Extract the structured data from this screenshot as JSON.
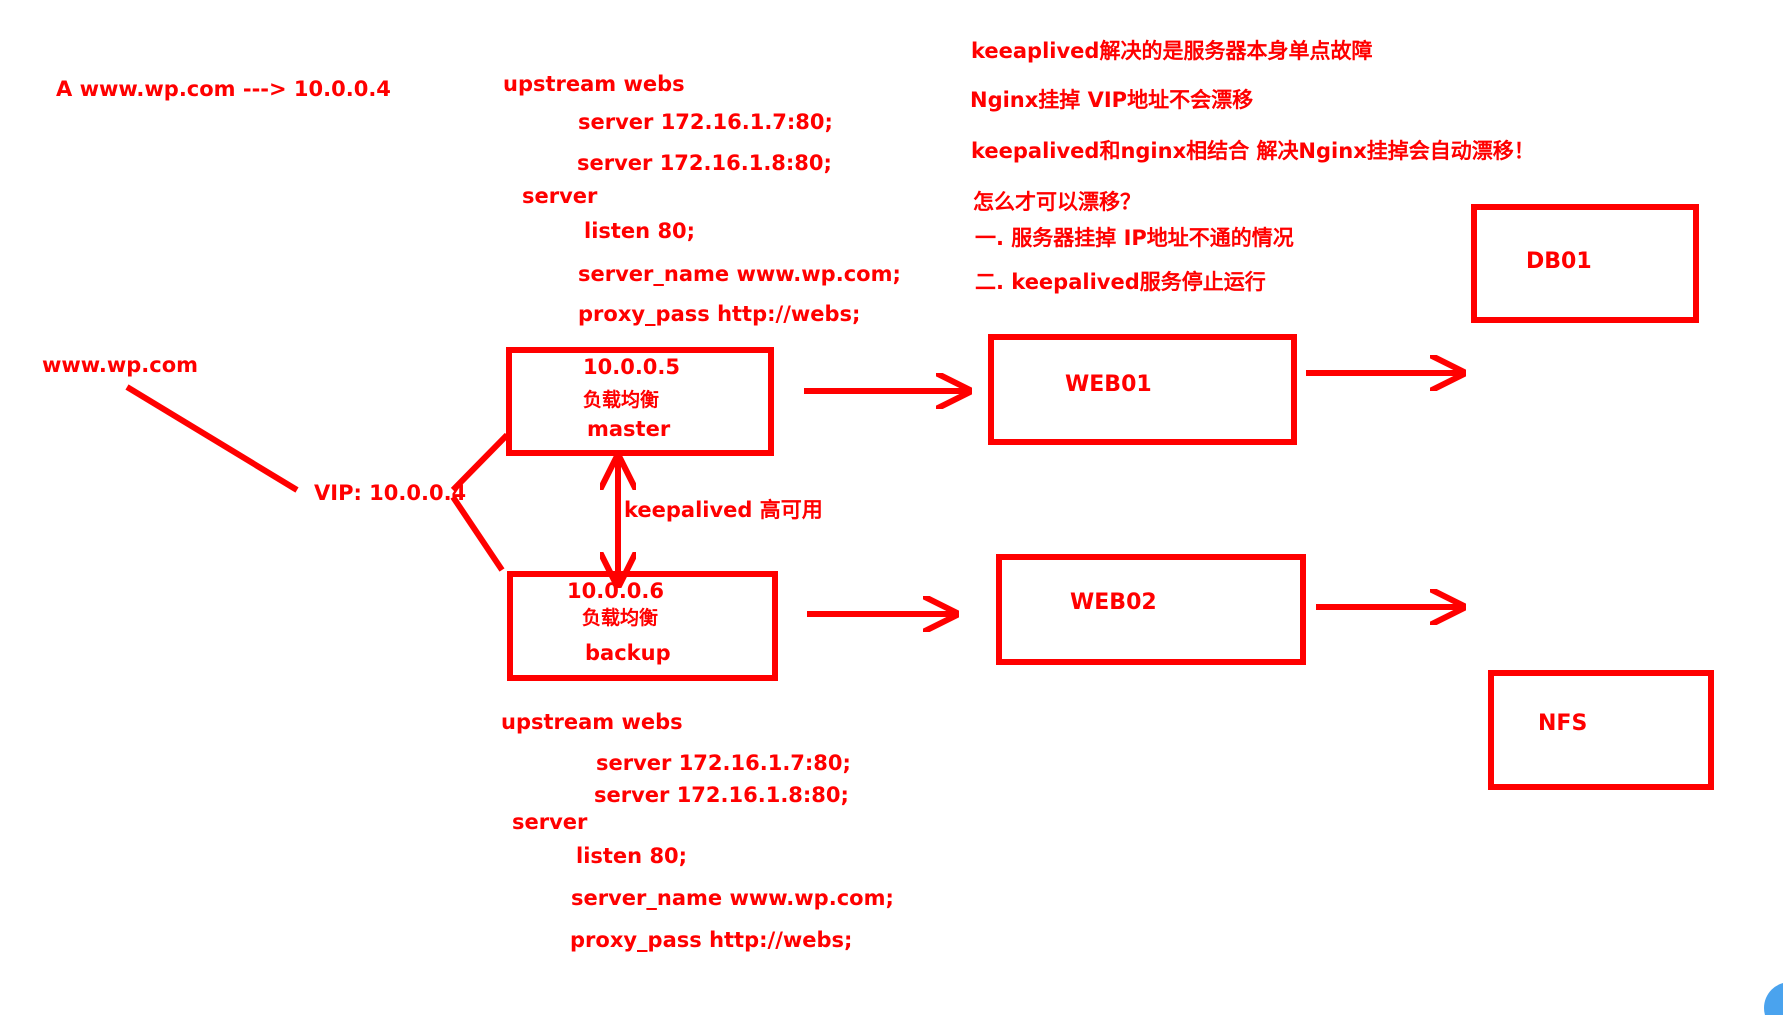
{
  "dns_record": "A  www.wp.com ---> 10.0.0.4",
  "client_domain": "www.wp.com",
  "vip": "VIP: 10.0.0.4",
  "ha_label": "keepalived 高可用",
  "master_config": {
    "upstream": "upstream webs",
    "server1": "server 172.16.1.7:80;",
    "server2": "server 172.16.1.8:80;",
    "server_block": "server",
    "listen": "listen 80;",
    "server_name": "server_name www.wp.com;",
    "proxy_pass": "proxy_pass http://webs;"
  },
  "backup_config": {
    "upstream": "upstream webs",
    "server1": "server 172.16.1.7:80;",
    "server2": "server 172.16.1.8:80;",
    "server_block": "server",
    "listen": "listen 80;",
    "server_name": "server_name www.wp.com;",
    "proxy_pass": "proxy_pass http://webs;"
  },
  "lb_master": {
    "ip": "10.0.0.5",
    "role": "负载均衡",
    "state": "master"
  },
  "lb_backup": {
    "ip": "10.0.0.6",
    "role": "负载均衡",
    "state": "backup"
  },
  "web01": "WEB01",
  "web02": "WEB02",
  "db01": "DB01",
  "nfs": "NFS",
  "notes": {
    "line1": "keeaplived解决的是服务器本身单点故障",
    "line2": "Nginx挂掉 VIP地址不会漂移",
    "line3": "keepalived和nginx相结合 解决Nginx挂掉会自动漂移！",
    "question": "怎么才可以漂移？",
    "item1": "一. 服务器挂掉 IP地址不通的情况",
    "item2": "二. keepalived服务停止运行"
  },
  "colors": {
    "ink": "#ff0000",
    "badge": "#4aa3ee",
    "background": "#ffffff"
  }
}
